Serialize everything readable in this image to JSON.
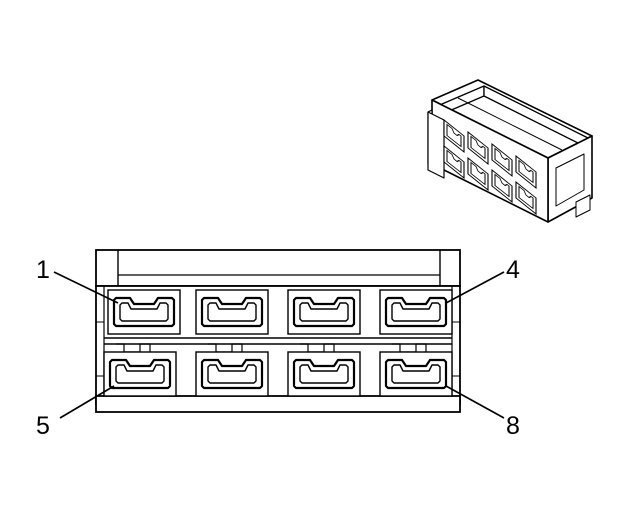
{
  "colors": {
    "stroke": "#000000",
    "background": "#ffffff"
  },
  "pin_labels": {
    "pin_1": "1",
    "pin_4": "4",
    "pin_5": "5",
    "pin_8": "8"
  }
}
